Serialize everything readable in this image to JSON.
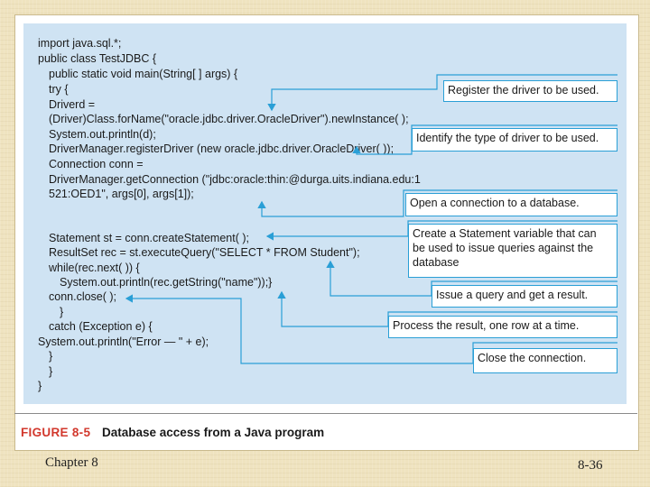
{
  "code_lines": [
    "import java.sql.*;",
    "public class TestJDBC {",
    "public static void main(String[ ] args) {",
    "try {",
    "Driverd =",
    "(Driver)Class.forName(\"oracle.jdbc.driver.OracleDriver\").newInstance( );",
    "System.out.println(d);",
    "DriverManager.registerDriver (new oracle.jdbc.driver.OracleDriver( ));",
    "Connection conn =",
    "DriverManager.getConnection (\"jdbc:oracle:thin:@durga.uits.indiana.edu:1",
    "521:OED1\", args[0], args[1]);",
    "Statement st = conn.createStatement( );",
    "ResultSet rec = st.executeQuery(\"SELECT * FROM Student\");",
    "while(rec.next( )) {",
    "System.out.println(rec.getString(\"name\"));}",
    "conn.close( );",
    "}",
    "catch (Exception e) {",
    "System.out.println(\"Error — \" + e);",
    "}",
    "}",
    "}"
  ],
  "callouts": [
    "Register the driver to be used.",
    "Identify the type of driver to be used.",
    "Open a connection to a database.",
    "Create a Statement variable that can\nbe used to issue queries against the\ndatabase",
    "Issue a query and get a result.",
    "Process the result, one row at a time.",
    "Close the connection."
  ],
  "caption": {
    "number": "FIGURE 8-5",
    "text": "Database access from a Java program"
  },
  "footer": {
    "chapter": "Chapter 8",
    "page": "8-36"
  },
  "colors": {
    "background": "#efe3bf",
    "figure_fill": "#cfe3f3",
    "arrow": "#2a9fd6",
    "caption_number": "#d2382d"
  }
}
